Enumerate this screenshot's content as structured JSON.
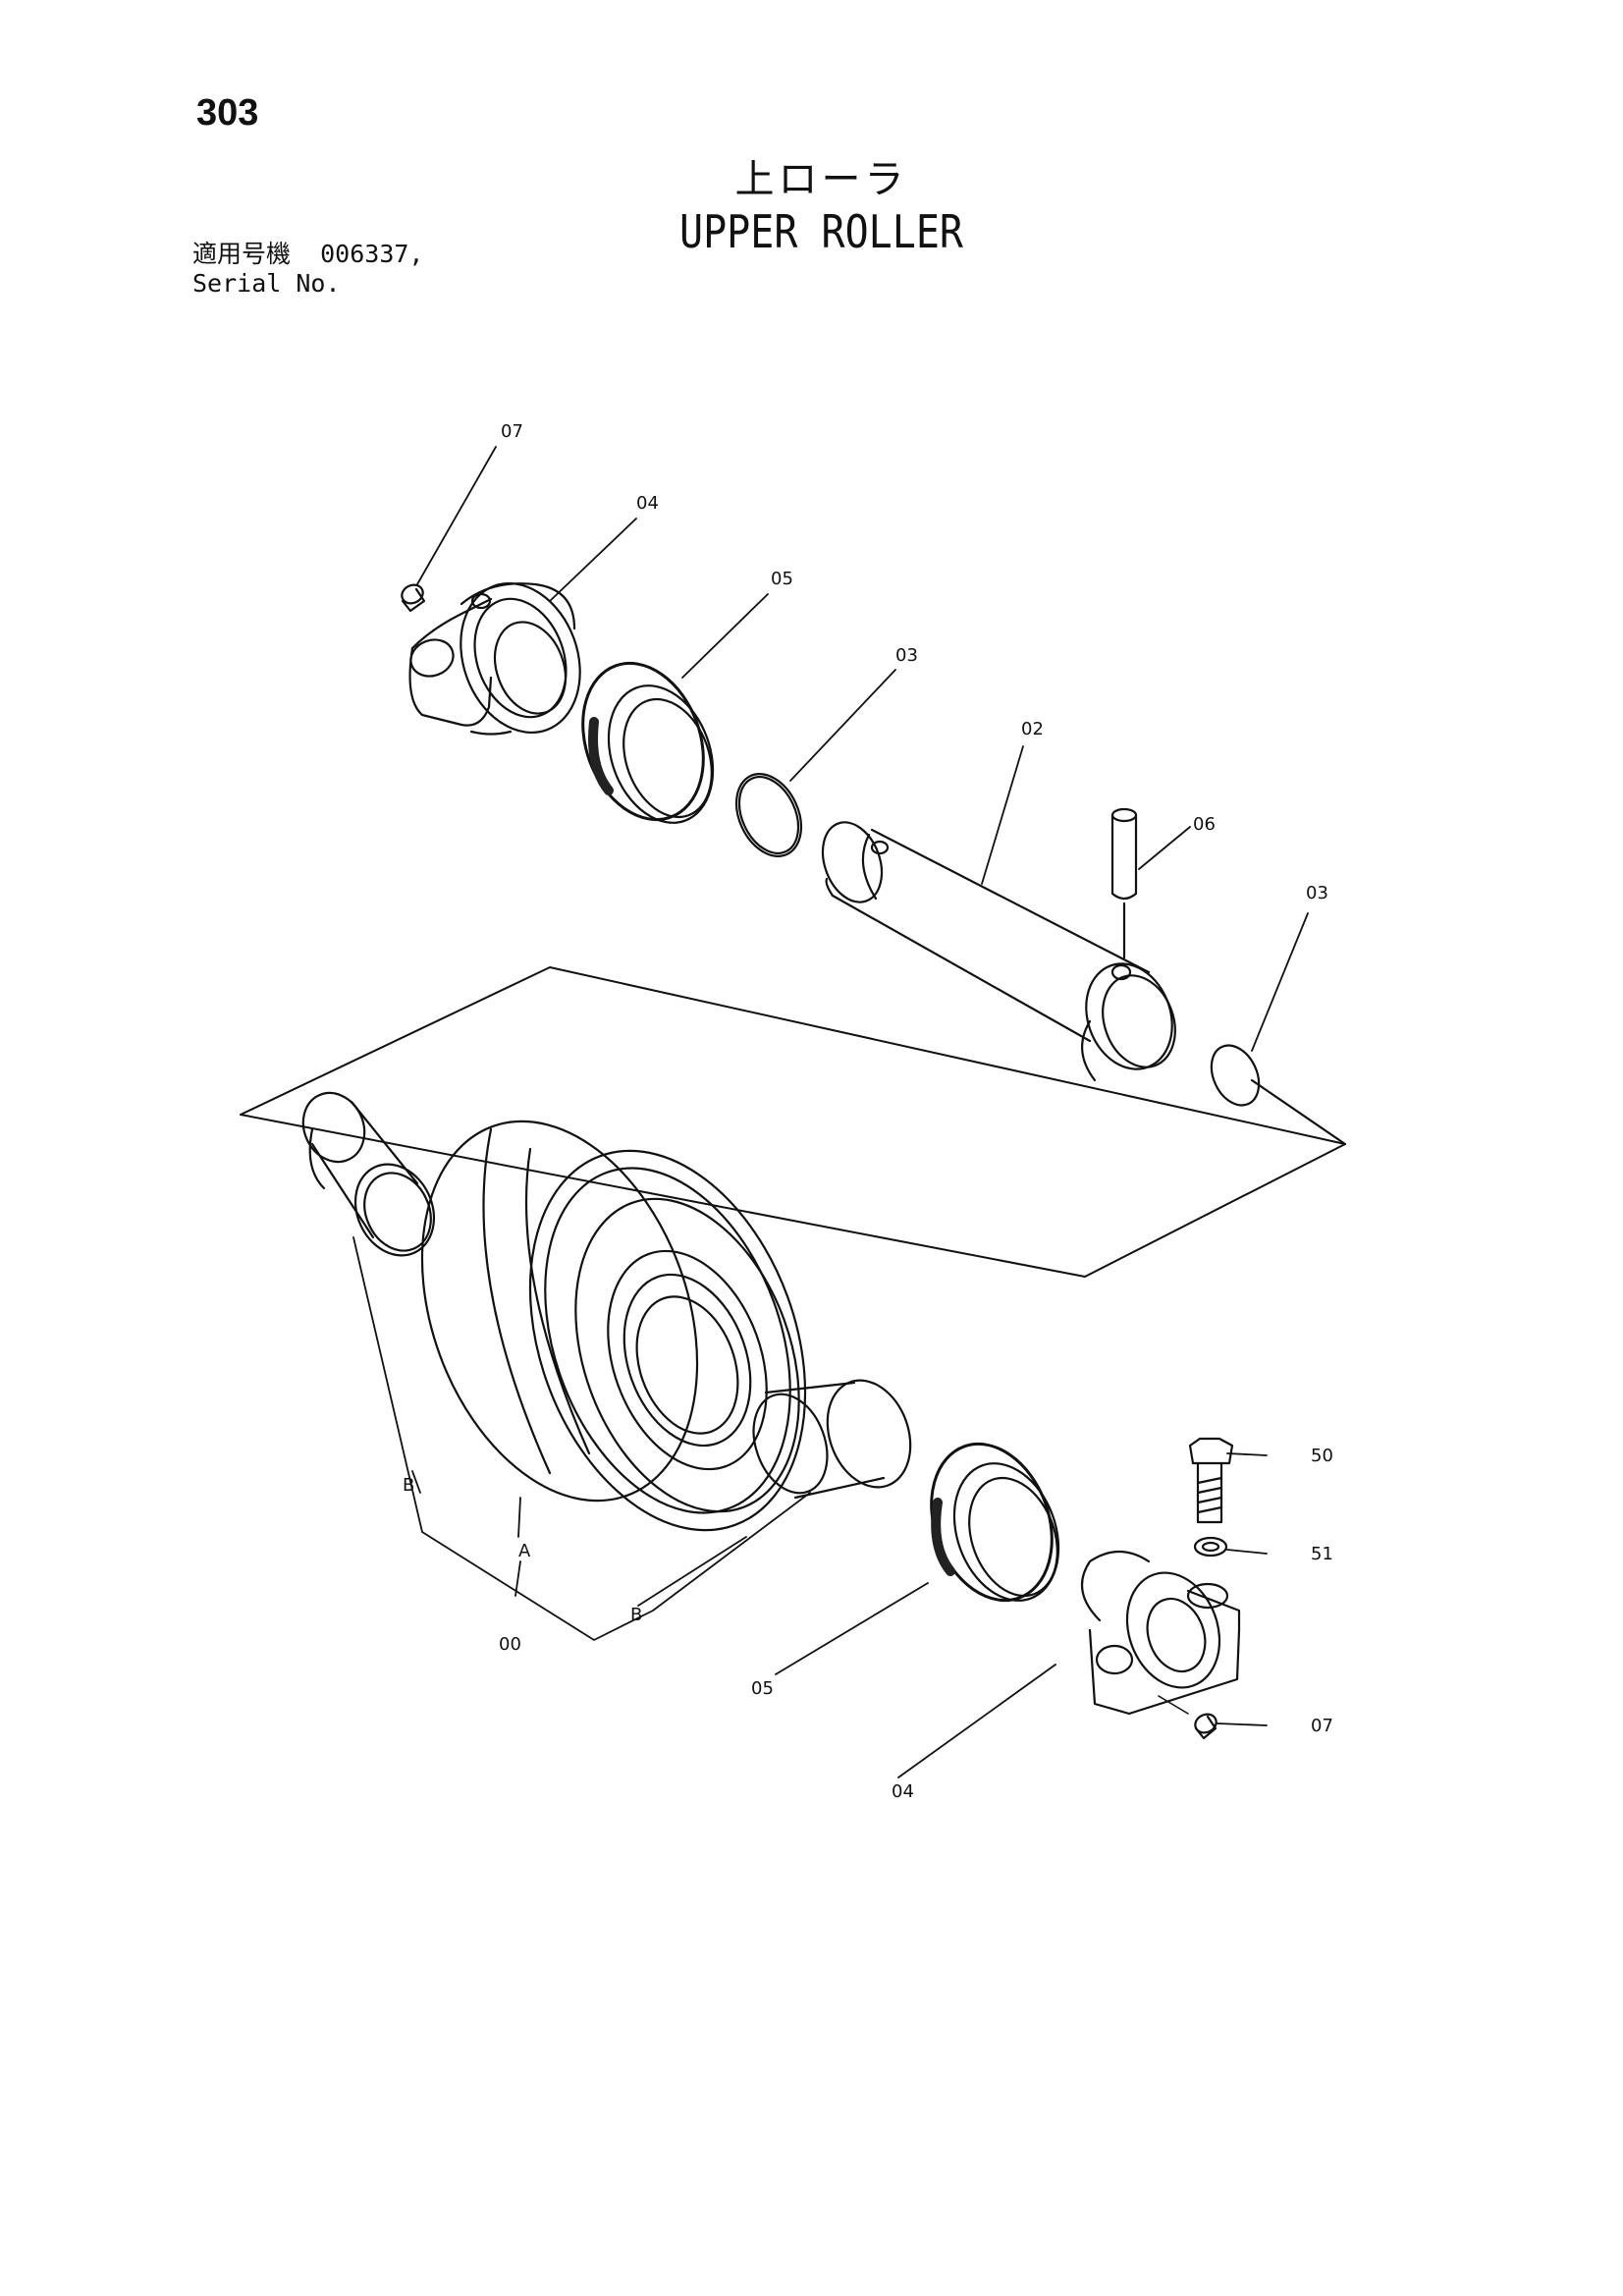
{
  "page_number": "303",
  "title_jp": "上ローラ",
  "title_en": "UPPER ROLLER",
  "serial": {
    "label_jp": "適用号機",
    "label_en": "Serial No.",
    "value": "006337,"
  },
  "callouts": {
    "c07_top": "07",
    "c04_top": "04",
    "c05_top": "05",
    "c03_mid": "03",
    "c02": "02",
    "c06": "06",
    "c03_right": "03",
    "c50": "50",
    "c51": "51",
    "c07_bottom": "07",
    "c04_bottom": "04",
    "c05_bottom": "05",
    "cB_left": "B",
    "cA": "A",
    "c00": "00",
    "cB_right": "B"
  }
}
